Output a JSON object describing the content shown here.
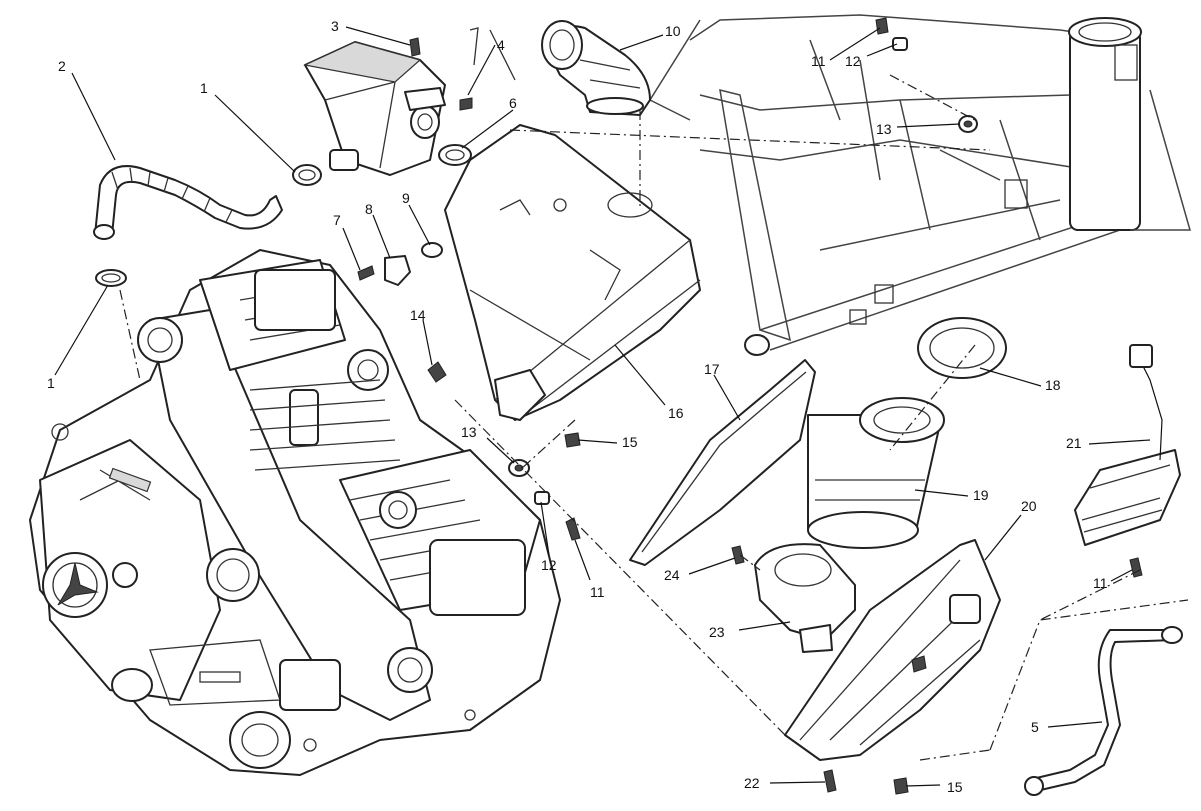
{
  "callouts": [
    {
      "id": "c1a",
      "text": "1"
    },
    {
      "id": "c1b",
      "text": "1"
    },
    {
      "id": "c2",
      "text": "2"
    },
    {
      "id": "c3",
      "text": "3"
    },
    {
      "id": "c4",
      "text": "4"
    },
    {
      "id": "c5",
      "text": "5"
    },
    {
      "id": "c6",
      "text": "6"
    },
    {
      "id": "c7",
      "text": "7"
    },
    {
      "id": "c8",
      "text": "8"
    },
    {
      "id": "c9",
      "text": "9"
    },
    {
      "id": "c10",
      "text": "10"
    },
    {
      "id": "c11a",
      "text": "11"
    },
    {
      "id": "c11b",
      "text": "11"
    },
    {
      "id": "c11c",
      "text": "11"
    },
    {
      "id": "c12a",
      "text": "12"
    },
    {
      "id": "c12b",
      "text": "12"
    },
    {
      "id": "c13a",
      "text": "13"
    },
    {
      "id": "c13b",
      "text": "13"
    },
    {
      "id": "c14",
      "text": "14"
    },
    {
      "id": "c15a",
      "text": "15"
    },
    {
      "id": "c15b",
      "text": "15"
    },
    {
      "id": "c16",
      "text": "16"
    },
    {
      "id": "c17",
      "text": "17"
    },
    {
      "id": "c18",
      "text": "18"
    },
    {
      "id": "c19",
      "text": "19"
    },
    {
      "id": "c20",
      "text": "20"
    },
    {
      "id": "c21",
      "text": "21"
    },
    {
      "id": "c22",
      "text": "22"
    },
    {
      "id": "c23",
      "text": "23"
    },
    {
      "id": "c24",
      "text": "24"
    }
  ]
}
